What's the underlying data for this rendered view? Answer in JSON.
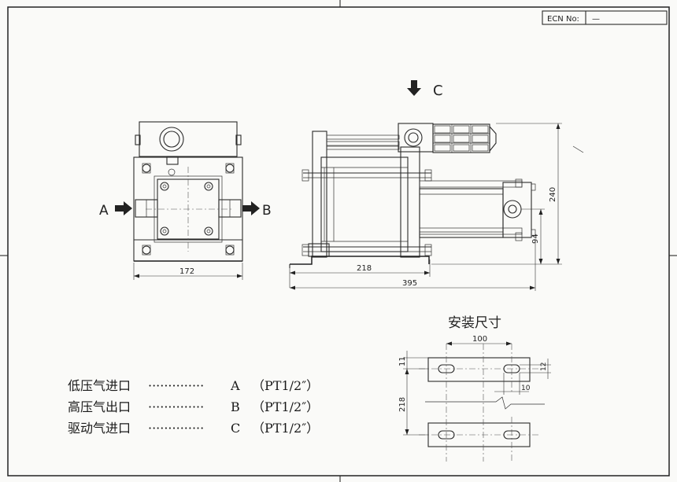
{
  "ecn": {
    "label": "ECN No:",
    "value": "—"
  },
  "view_c": {
    "label": "C"
  },
  "ports": {
    "a": "A",
    "b": "B"
  },
  "dimensions": {
    "front_width": "172",
    "side_218": "218",
    "side_395": "395",
    "side_240": "240",
    "side_94": "94",
    "mount_100": "100",
    "mount_11": "11",
    "mount_12": "12",
    "mount_10": "10",
    "mount_218": "218"
  },
  "mounting": {
    "title": "安装尺寸"
  },
  "legend": [
    {
      "name": "低压气进口",
      "dots": "··············",
      "port": "A",
      "spec": "（PT1/2″）"
    },
    {
      "name": "高压气出口",
      "dots": "··············",
      "port": "B",
      "spec": "（PT1/2″）"
    },
    {
      "name": "驱动气进口",
      "dots": "··············",
      "port": "C",
      "spec": "（PT1/2″）"
    }
  ]
}
